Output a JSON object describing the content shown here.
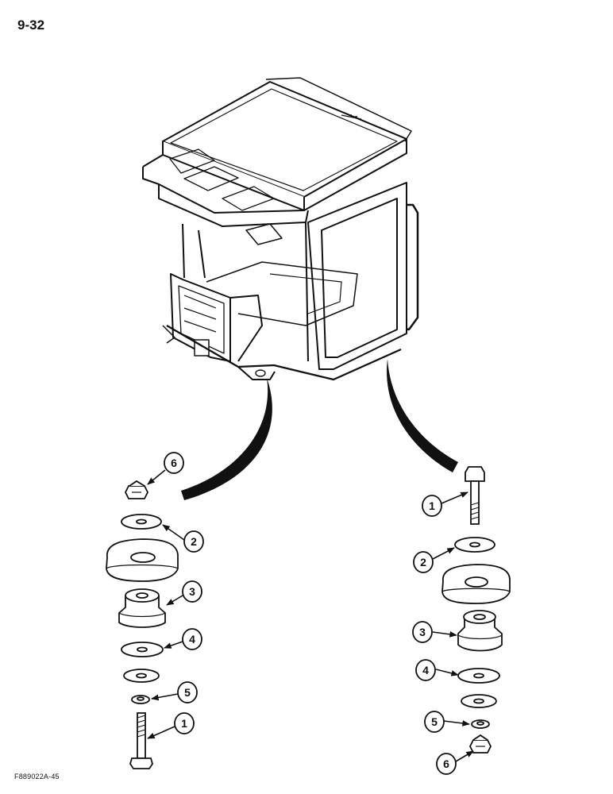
{
  "page": {
    "number": "9-32",
    "figure_code": "F889022A-45"
  },
  "callouts": {
    "left": {
      "nut": "6",
      "washer_top": "2",
      "isolator": "3",
      "washer_mid": "4",
      "lock_washer": "5",
      "bolt": "1"
    },
    "right": {
      "bolt": "1",
      "washer_top": "2",
      "isolator": "3",
      "washer_mid": "4",
      "lock_washer": "5",
      "nut": "6"
    }
  }
}
